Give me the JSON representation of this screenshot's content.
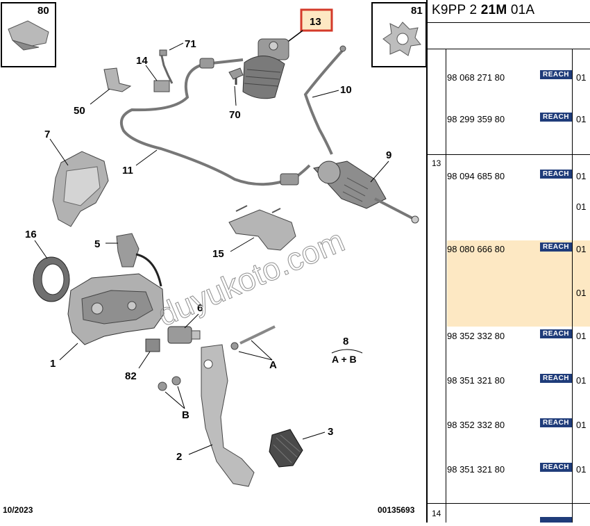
{
  "header": {
    "prefix": "K9PP 2 ",
    "bold": "21M",
    "suffix": " 01A"
  },
  "diagram": {
    "date": "10/2023",
    "ref": "00135693",
    "watermark": "duyukoto.com",
    "callouts": {
      "c80": "80",
      "c81": "81",
      "c13": "13",
      "c71": "71",
      "c14": "14",
      "c50": "50",
      "c70": "70",
      "c10": "10",
      "c7": "7",
      "c11": "11",
      "c9": "9",
      "c16": "16",
      "c5": "5",
      "c15": "15",
      "c6": "6",
      "c8": "8",
      "c8sub": "A + B",
      "c1": "1",
      "c82": "82",
      "cA": "A",
      "cB": "B",
      "c3": "3",
      "c2": "2"
    }
  },
  "parts": {
    "group13": "13",
    "group14": "14",
    "rows": [
      {
        "pn": "98 068 271 80",
        "badge": "REACH",
        "qty": "01"
      },
      {
        "pn": "98 299 359 80",
        "badge": "REACH",
        "qty": "01"
      },
      {
        "pn": "98 094 685 80",
        "badge": "REACH",
        "qty": "01"
      },
      {
        "pn": "",
        "badge": "",
        "qty": "01"
      },
      {
        "pn": "98 080 666 80",
        "badge": "REACH",
        "qty": "01"
      },
      {
        "pn": "",
        "badge": "",
        "qty": "01"
      },
      {
        "pn": "98 352 332 80",
        "badge": "REACH",
        "qty": "01"
      },
      {
        "pn": "98 351 321 80",
        "badge": "REACH",
        "qty": "01"
      },
      {
        "pn": "98 352 332 80",
        "badge": "REACH",
        "qty": "01"
      },
      {
        "pn": "98 351 321 80",
        "badge": "REACH",
        "qty": "01"
      }
    ],
    "highlight_color": "#fde8c3",
    "badge_color": "#1f3c7a"
  }
}
